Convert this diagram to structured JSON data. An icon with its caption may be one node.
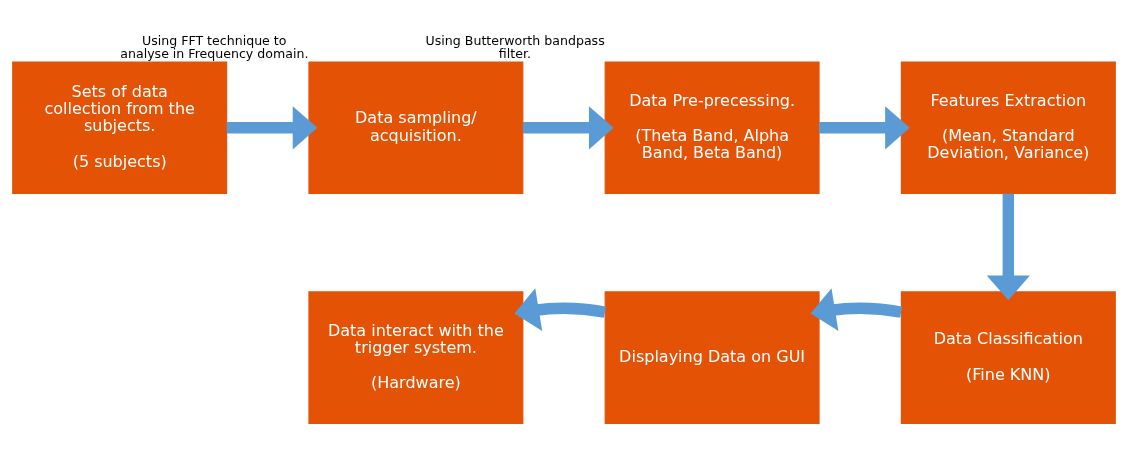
{
  "diagram": {
    "nodes": [
      {
        "text": [
          "Sets of data collection from the subjects.",
          "(5 subjects)"
        ]
      },
      {
        "text": [
          "Data sampling/ acquisition."
        ],
        "beside": [
          "Using FFT technique to analyse in Frequency domain."
        ]
      },
      {
        "text": [
          "Data Pre-precessing.",
          "(Theta Band, Alpha Band, Beta Band)"
        ],
        "beside": [
          "Using Butterworth bandpass filter."
        ]
      },
      {
        "text": [
          "Features Extraction",
          "(Mean, Standard Deviation, Variance)"
        ]
      },
      {
        "text": [
          "Data Classification",
          "(Fine KNN)"
        ]
      },
      {
        "text": [
          "Displaying Data on GUI"
        ]
      },
      {
        "text": [
          "Data interact with the trigger system.",
          "(Hardware)"
        ]
      }
    ],
    "edges": [
      {
        "from": 0,
        "to": 1,
        "arrow": "to"
      },
      {
        "from": 1,
        "to": 2,
        "arrow": "to"
      },
      {
        "from": 2,
        "to": 3,
        "arrow": "to"
      },
      {
        "from": 3,
        "to": 4,
        "arrow": "to"
      },
      {
        "from": 4,
        "to": 5,
        "arrow": "to"
      },
      {
        "from": 5,
        "to": 6,
        "arrow": "to"
      }
    ]
  }
}
